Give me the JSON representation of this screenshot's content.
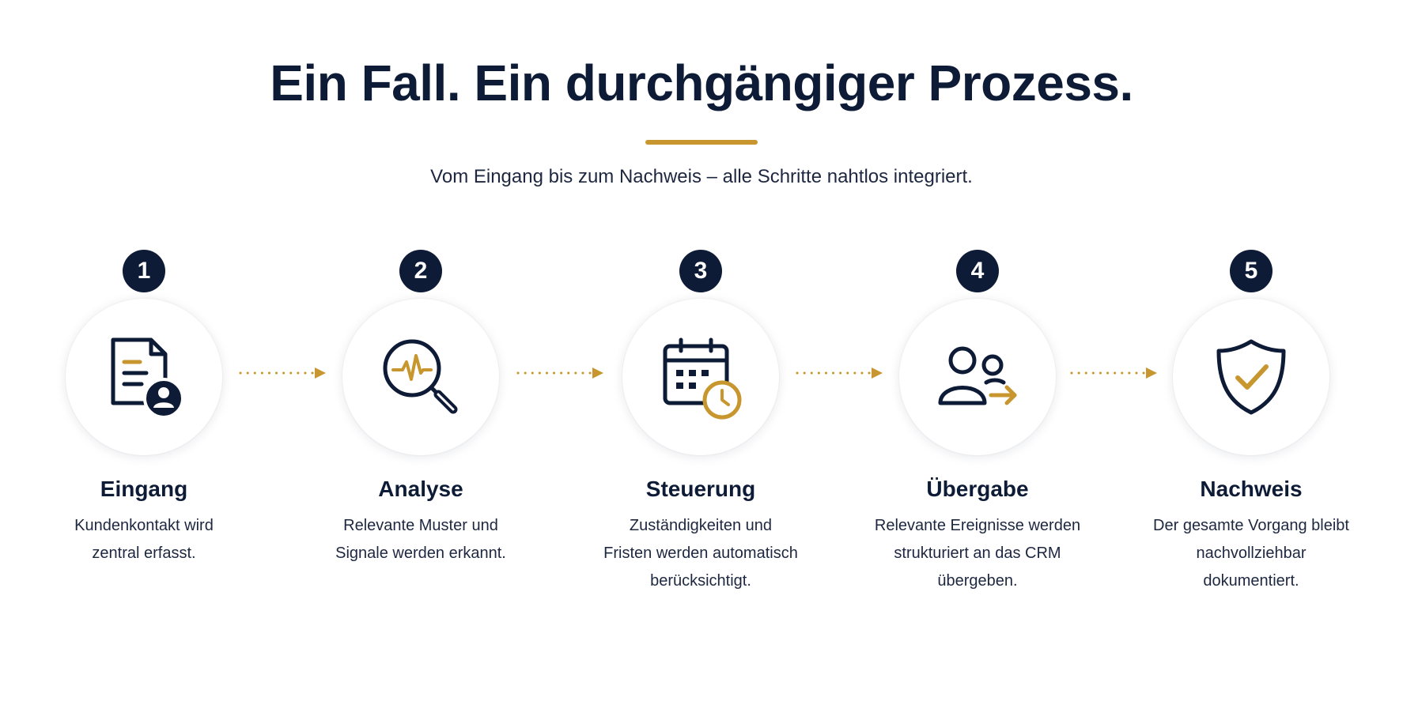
{
  "header": {
    "title": "Ein Fall. Ein durchgängiger Prozess.",
    "subtitle": "Vom Eingang bis zum Nachweis – alle Schritte nahtlos integriert."
  },
  "colors": {
    "navy": "#0e1b36",
    "gold": "#c8962e",
    "text": "#1d2740"
  },
  "steps": [
    {
      "number": "1",
      "title": "Eingang",
      "desc_lines": [
        "Kundenkontakt wird",
        "zentral erfasst."
      ],
      "icon": "document-user-icon"
    },
    {
      "number": "2",
      "title": "Analyse",
      "desc_lines": [
        "Relevante Muster und",
        "Signale werden erkannt."
      ],
      "icon": "magnifier-pulse-icon"
    },
    {
      "number": "3",
      "title": "Steuerung",
      "desc_lines": [
        "Zuständigkeiten und",
        "Fristen werden automatisch",
        "berücksichtigt."
      ],
      "icon": "calendar-clock-icon"
    },
    {
      "number": "4",
      "title": "Übergabe",
      "desc_lines": [
        "Relevante Ereignisse werden",
        "strukturiert an das CRM",
        "übergeben."
      ],
      "icon": "users-arrow-icon"
    },
    {
      "number": "5",
      "title": "Nachweis",
      "desc_lines": [
        "Der gesamte Vorgang bleibt",
        "nachvollziehbar",
        "dokumentiert."
      ],
      "icon": "shield-check-icon"
    }
  ]
}
